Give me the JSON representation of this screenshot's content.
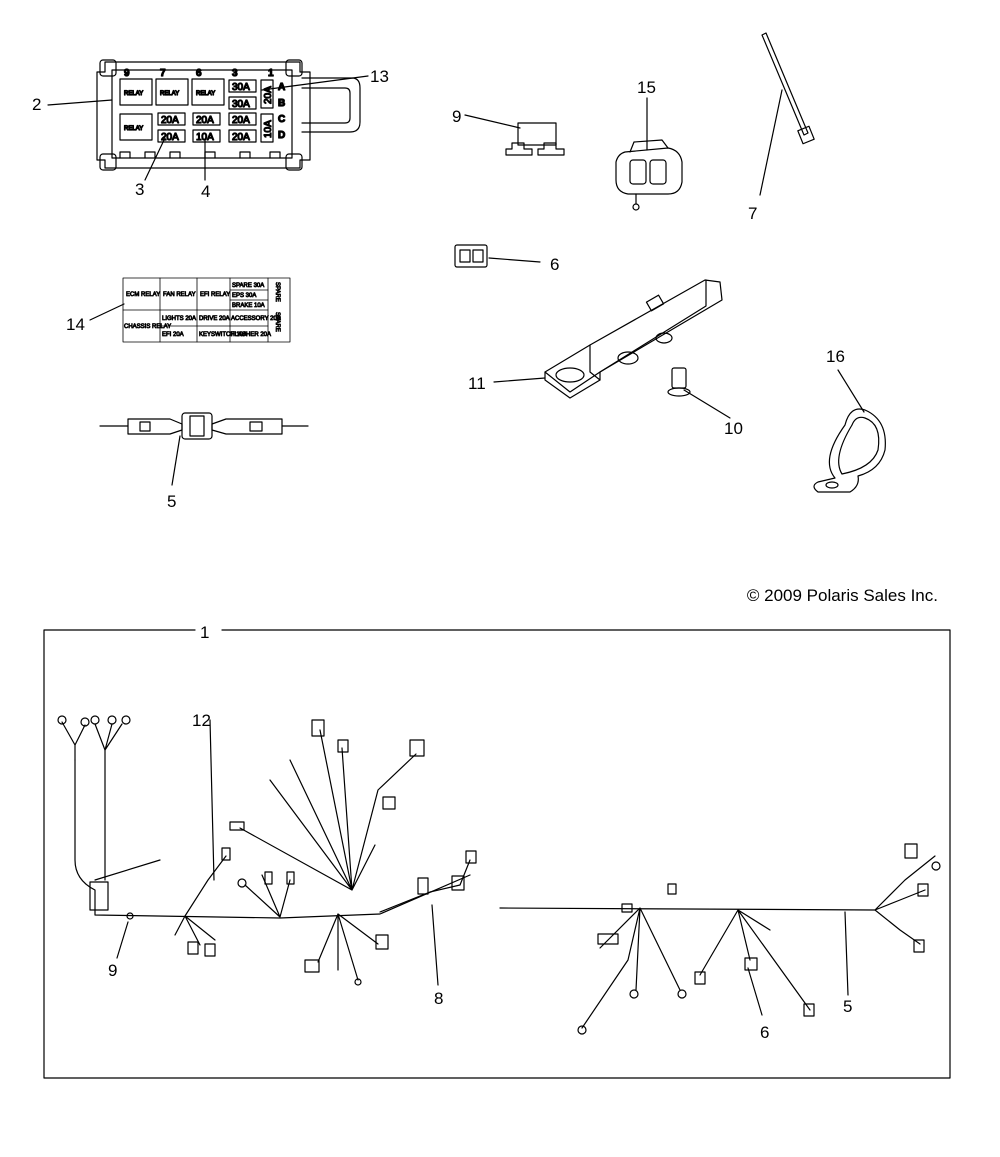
{
  "copyright": "© 2009 Polaris Sales Inc.",
  "callouts": {
    "c1": "1",
    "c2": "2",
    "c3": "3",
    "c4": "4",
    "c5a": "5",
    "c5b": "5",
    "c6a": "6",
    "c6b": "6",
    "c7": "7",
    "c8": "8",
    "c9a": "9",
    "c9b": "9",
    "c10": "10",
    "c11": "11",
    "c12": "12",
    "c13": "13",
    "c14": "14",
    "c15": "15",
    "c16": "16"
  },
  "fuse_box": {
    "top_numbers": [
      "9",
      "7",
      "6",
      "3",
      "1"
    ],
    "relay_label": "RELAY",
    "fuses_row1": [
      "30A"
    ],
    "fuses_row2": [
      "30A"
    ],
    "fuses_row3": [
      "20A",
      "20A",
      "20A"
    ],
    "fuses_row4": [
      "20A",
      "10A",
      "20A"
    ],
    "side_fuses": [
      "20A",
      "10A"
    ],
    "row_letters": [
      "A",
      "B",
      "C",
      "D"
    ]
  },
  "decal": {
    "cells": [
      "ECM RELAY",
      "FAN RELAY",
      "EFI RELAY",
      "SPARE 30A",
      "EPS 30A",
      "BRAKE 10A",
      "CHASSIS RELAY",
      "LIGHTS 20A",
      "DRIVE 20A",
      "ACCESSORY 20A",
      "EFI 20A",
      "KEYSWITCH 10A",
      "FLASHER 20A",
      "SPARE",
      "SPARE"
    ]
  }
}
